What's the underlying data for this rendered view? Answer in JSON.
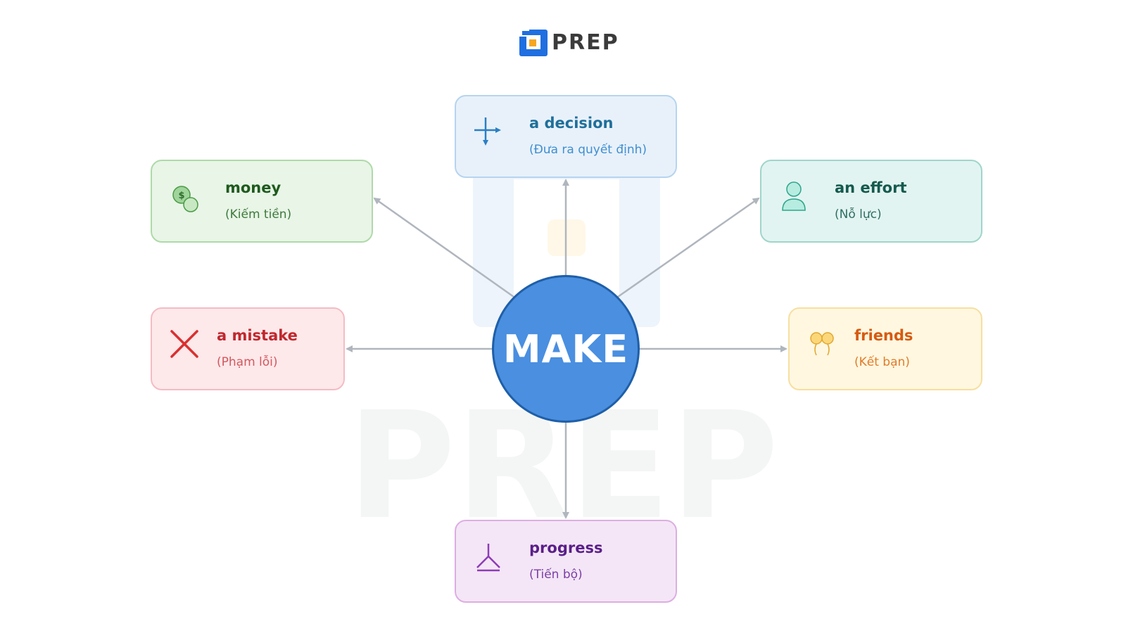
{
  "logo": {
    "text": "PREP",
    "watermark_text": "PREP"
  },
  "center": {
    "label": "MAKE"
  },
  "colors": {
    "center_fill": "#4a8fe0",
    "center_border": "#1f5fa8",
    "arrow": "#b0b6be"
  },
  "nodes": {
    "decision": {
      "term": "a decision",
      "meaning": "(Đưa ra quyết định)",
      "icon": "crosshair-arrow-icon"
    },
    "money": {
      "term": "money",
      "meaning": "(Kiếm tiền)",
      "icon": "coins-icon"
    },
    "effort": {
      "term": "an effort",
      "meaning": "(Nỗ lực)",
      "icon": "person-icon"
    },
    "mistake": {
      "term": "a mistake",
      "meaning": "(Phạm lỗi)",
      "icon": "x-mark-icon"
    },
    "friends": {
      "term": "friends",
      "meaning": "(Kết bạn)",
      "icon": "balloons-icon"
    },
    "progress": {
      "term": "progress",
      "meaning": "(Tiến bộ)",
      "icon": "hanger-icon"
    }
  }
}
